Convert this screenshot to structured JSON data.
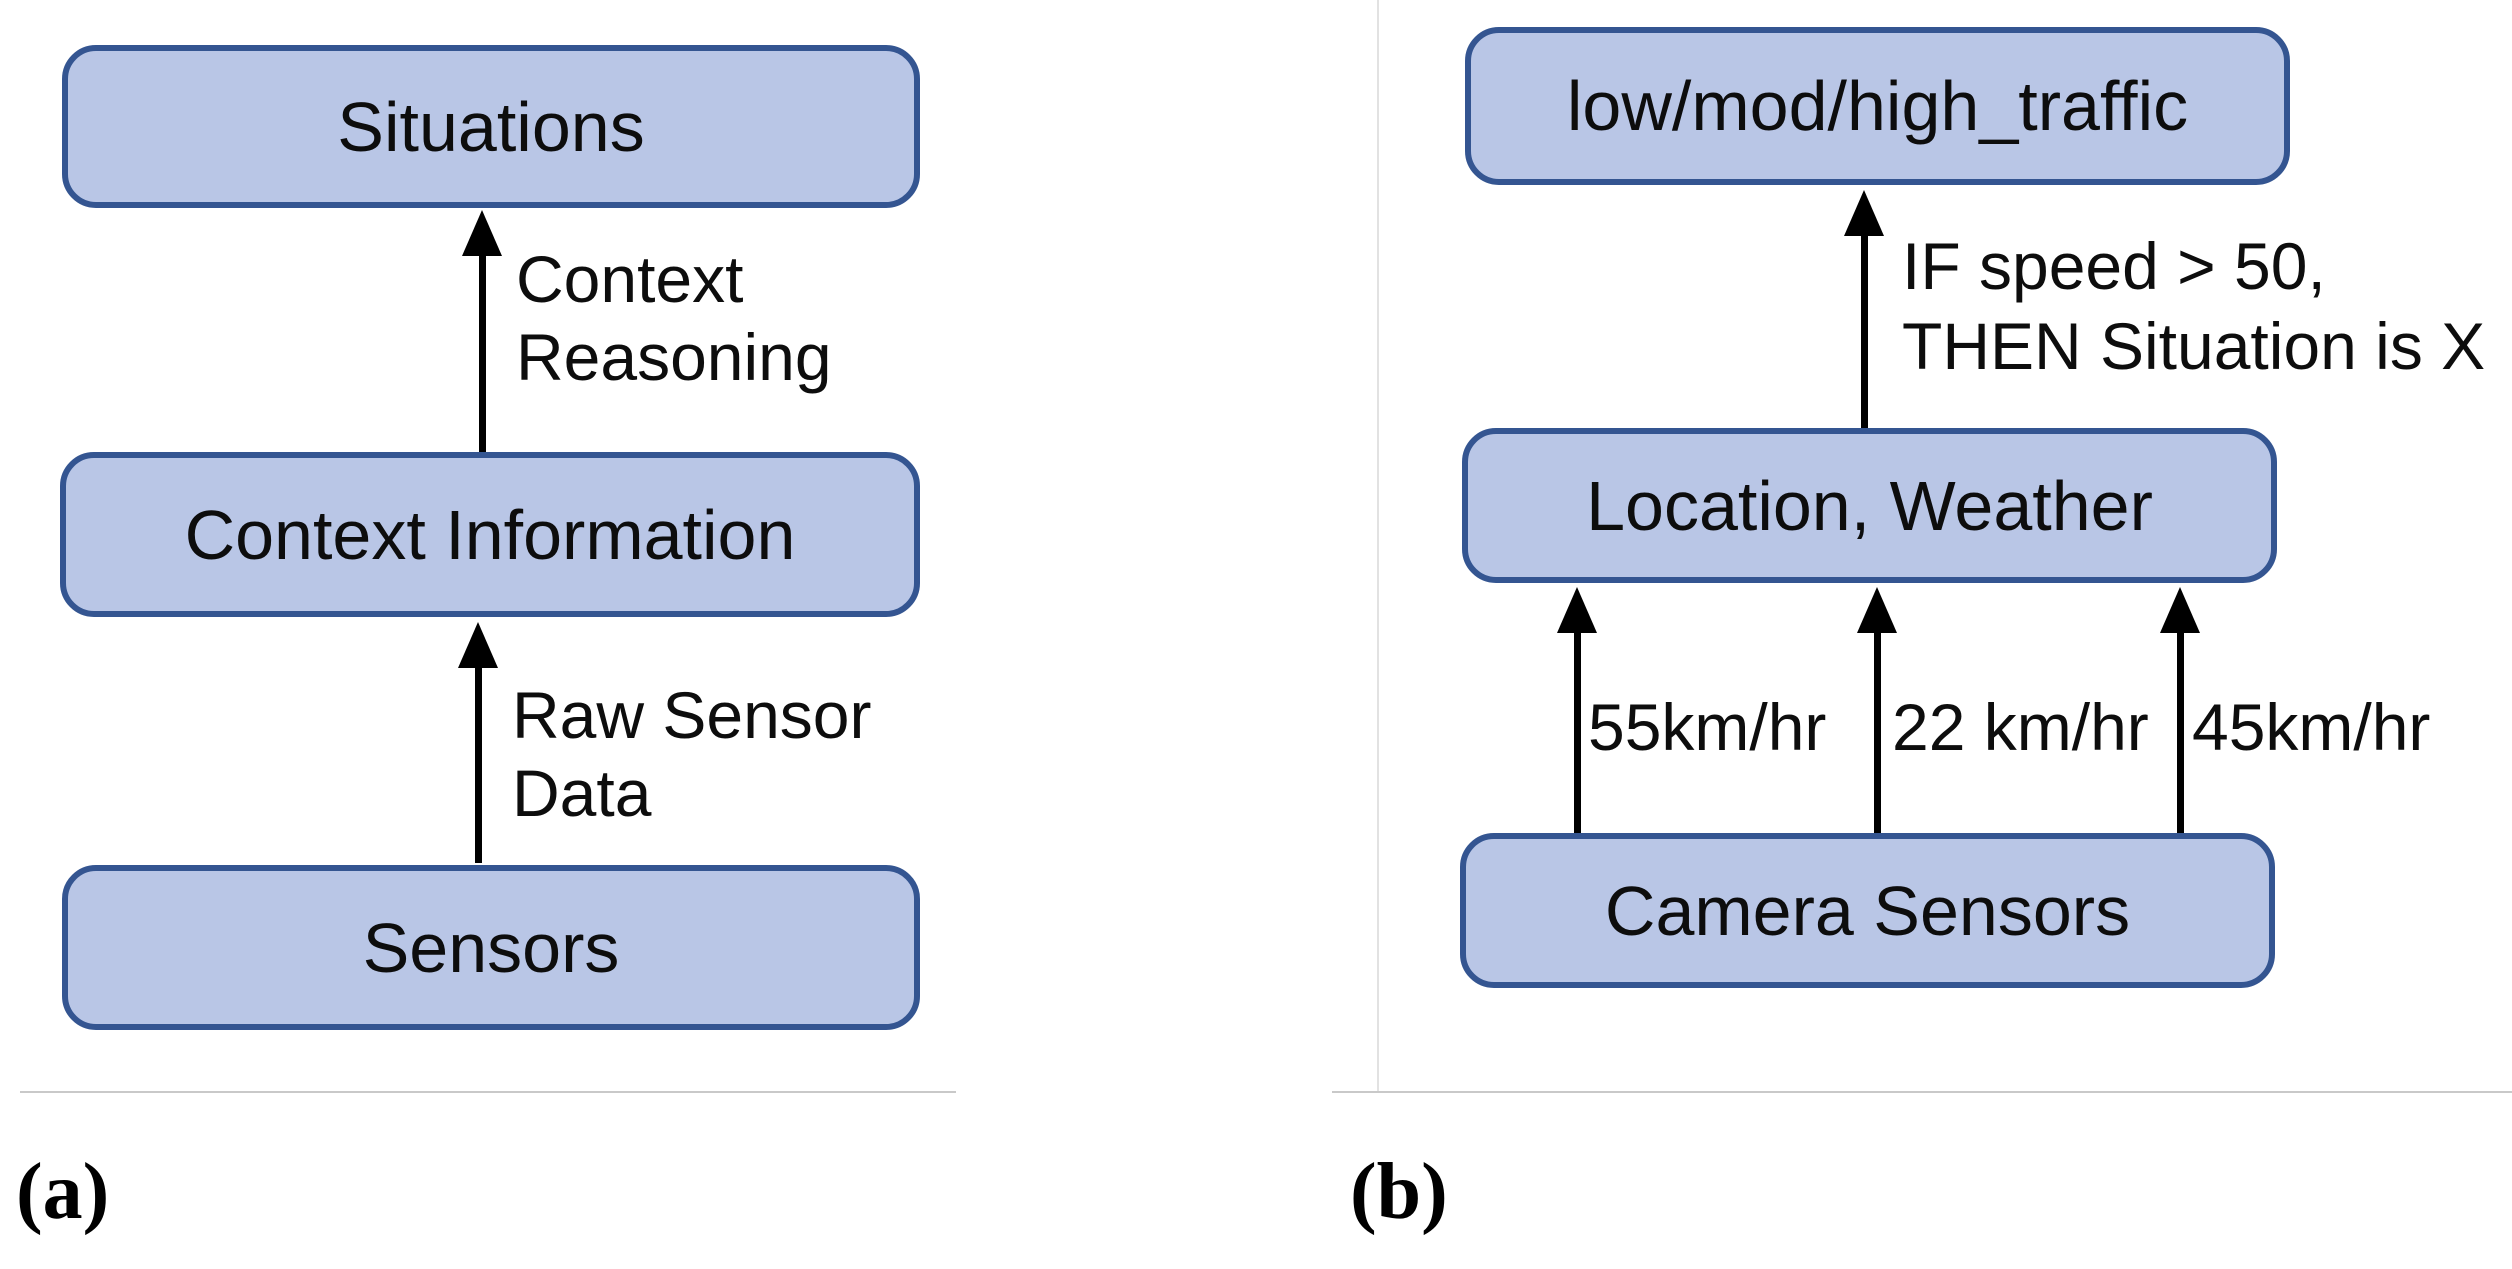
{
  "panel_a": {
    "caption": "(a)",
    "boxes": {
      "top": "Situations",
      "middle": "Context Information",
      "bottom": "Sensors"
    },
    "upper_arrow_label": {
      "line1": "Context",
      "line2": "Reasoning"
    },
    "lower_arrow_label": {
      "line1": "Raw Sensor",
      "line2": "Data"
    }
  },
  "panel_b": {
    "caption": "(b)",
    "boxes": {
      "top": "low/mod/high_traffic",
      "middle": "Location, Weather",
      "bottom": "Camera Sensors"
    },
    "rule_label": {
      "line1": "IF speed > 50,",
      "line2": "THEN Situation is X"
    },
    "speed_labels": [
      "55km/hr",
      "22 km/hr",
      "45km/hr"
    ]
  },
  "colors": {
    "box_fill": "#b9c6e6",
    "box_border": "#345591",
    "arrow": "#000000",
    "divider": "#c9c9c9",
    "background": "#ffffff"
  }
}
